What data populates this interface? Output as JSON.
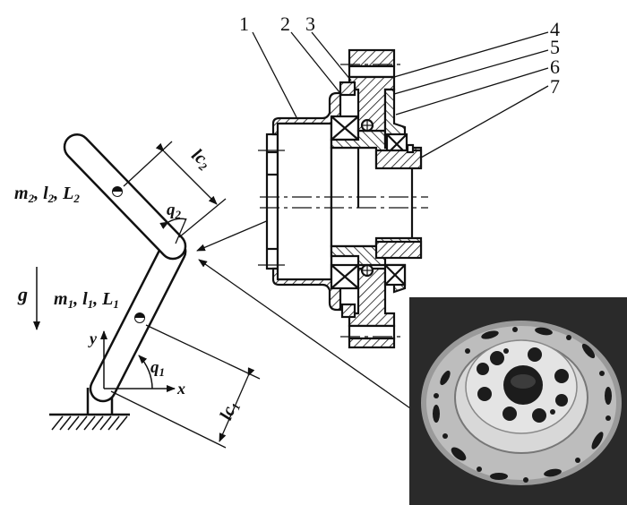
{
  "diagram": {
    "link1_label": {
      "m": "m",
      "m_sub": "1",
      "l": "l",
      "l_sub": "1",
      "L": "L",
      "L_sub": "1"
    },
    "link2_label": {
      "m": "m",
      "m_sub": "2",
      "l": "l",
      "l_sub": "2",
      "L": "L",
      "L_sub": "2"
    },
    "gravity_label": "g",
    "axis_x": "x",
    "axis_y": "y",
    "joint1_angle": {
      "q": "q",
      "sub": "1"
    },
    "joint2_angle": {
      "q": "q",
      "sub": "2"
    },
    "com1_dim": {
      "main": "lc",
      "sub": "1"
    },
    "com2_dim": {
      "main": "lc",
      "sub": "2"
    },
    "part_numbers": [
      "1",
      "2",
      "3",
      "4",
      "5",
      "6",
      "7"
    ],
    "photo_subject": "reducer-flange-photo"
  }
}
